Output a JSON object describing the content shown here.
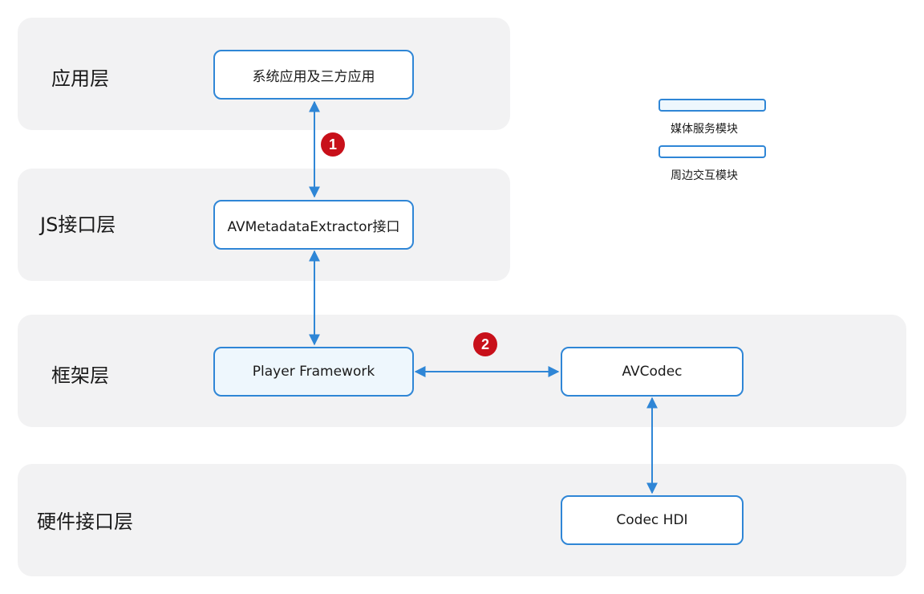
{
  "layers": {
    "application": "应用层",
    "js_interface": "JS接口层",
    "framework": "框架层",
    "hardware_interface": "硬件接口层"
  },
  "boxes": {
    "system_apps": "系统应用及三方应用",
    "avmetadata_extractor": "AVMetadataExtractor接口",
    "player_framework": "Player Framework",
    "avcodec": "AVCodec",
    "codec_hdi": "Codec HDI"
  },
  "legend": {
    "media_service_module": "媒体服务模块",
    "peripheral_interaction_module": "周边交互模块"
  },
  "badges": {
    "step1": "1",
    "step2": "2"
  },
  "colors": {
    "band_background": "#f2f2f3",
    "box_border": "#2f86d6",
    "media_service_fill": "#eef7fd",
    "peripheral_fill": "#ffffff",
    "arrow": "#2f86d6",
    "badge": "#c8101a"
  }
}
